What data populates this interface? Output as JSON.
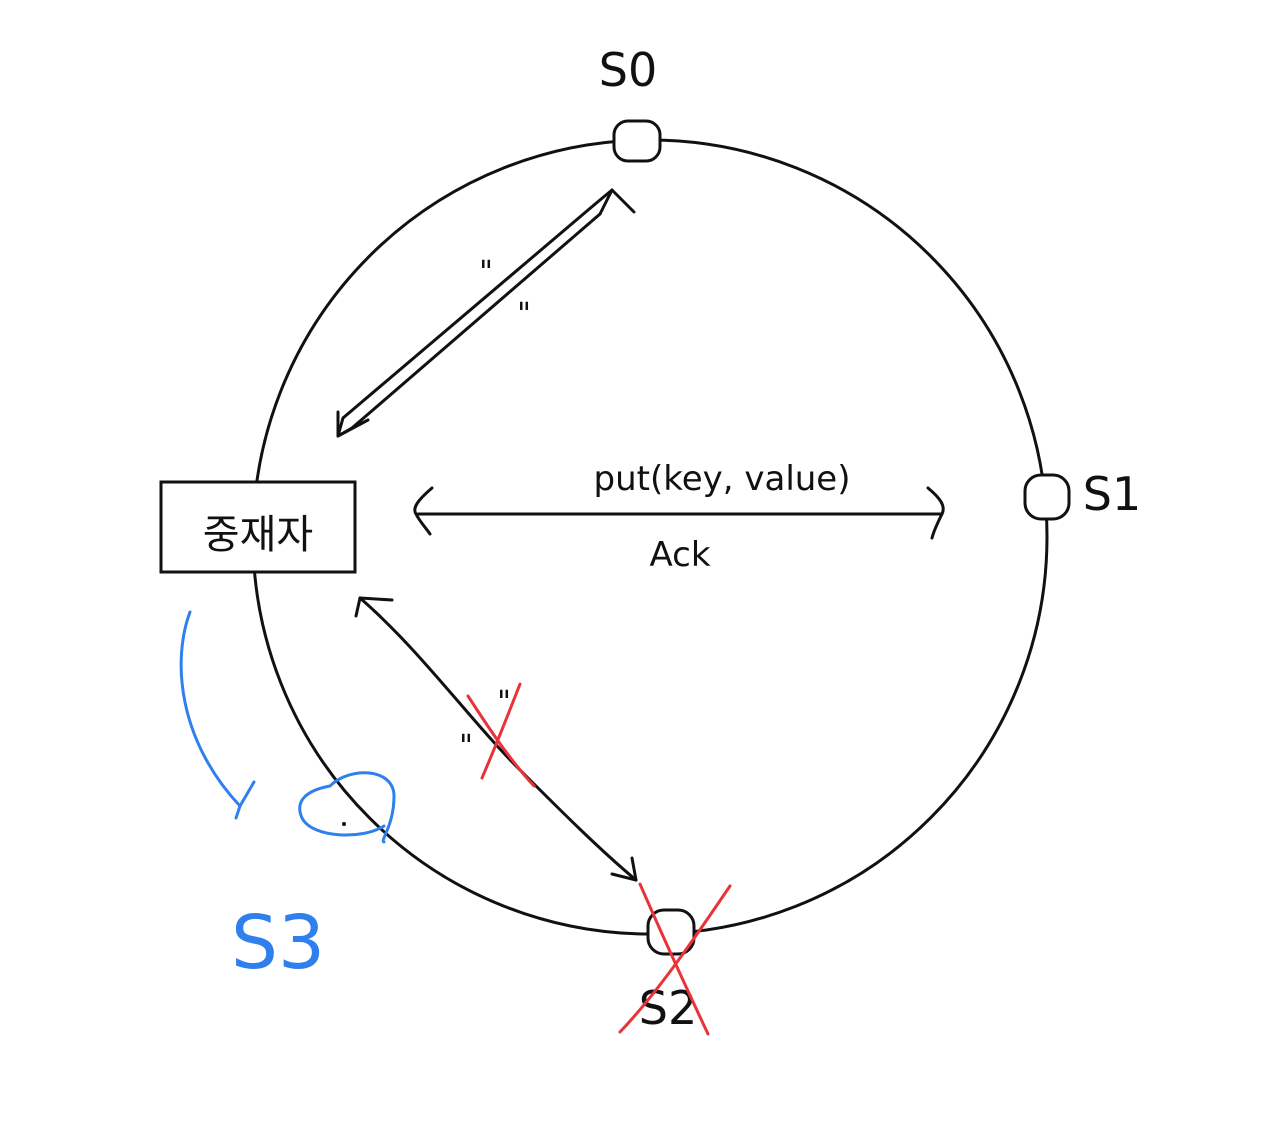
{
  "diagram": {
    "mediator_label": "중재자",
    "servers": {
      "s0": "S0",
      "s1": "S1",
      "s2": "S2",
      "s3": "S3"
    },
    "messages": {
      "request": "put(key, value)",
      "response": "Ack",
      "ditto_upper": "\"",
      "ditto_lower": "\"",
      "ditto_failed_left": "\"",
      "ditto_failed_right": "\""
    },
    "colors": {
      "ink": "#111111",
      "failure": "#e8333a",
      "handoff": "#2f80ed"
    },
    "icons": {
      "s2_cross": "failure-cross-icon",
      "handoff_arrow": "curved-arrow-icon"
    }
  }
}
